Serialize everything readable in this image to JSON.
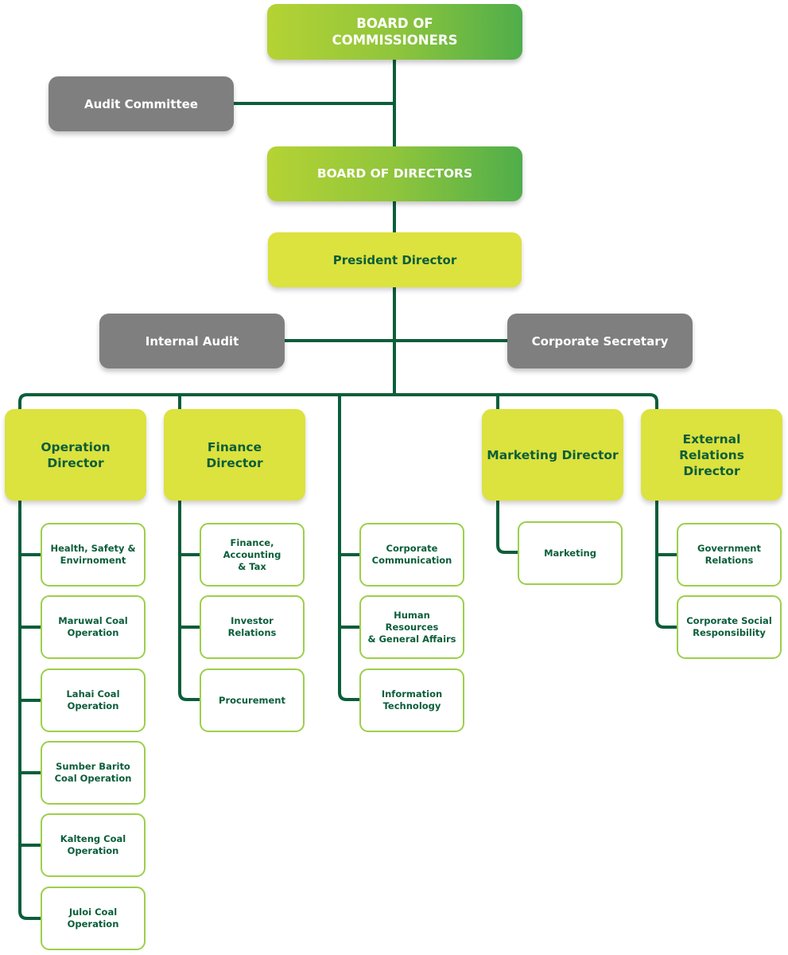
{
  "colors": {
    "connector": "#0b5e3a",
    "board_gradient": [
      "#b5d334",
      "#4fae4a"
    ],
    "lime": "#dce23e",
    "grey": "#7f7f7f",
    "unit_border": "#9ccf4a",
    "text_dark_green": "#0b5e3a"
  },
  "top": {
    "commissioners": "BOARD OF\nCOMMISSIONERS",
    "audit_committee": "Audit Committee",
    "directors": "BOARD OF DIRECTORS",
    "president_director": "President Director",
    "internal_audit": "Internal Audit",
    "corporate_secretary": "Corporate Secretary"
  },
  "directorates": {
    "operation": {
      "label": "Operation\nDirector",
      "units": [
        "Health, Safety &\nEnvirnoment",
        "Maruwal Coal\nOperation",
        "Lahai Coal\nOperation",
        "Sumber Barito\nCoal Operation",
        "Kalteng Coal\nOperation",
        "Juloi Coal\nOperation"
      ]
    },
    "finance": {
      "label": "Finance\nDirector",
      "units": [
        "Finance,\nAccounting\n& Tax",
        "Investor Relations",
        "Procurement"
      ]
    },
    "president_units": [
      "Corporate\nCommunication",
      "Human Resources\n& General Affairs",
      "Information\nTechnology"
    ],
    "marketing": {
      "label": "Marketing Director",
      "units": [
        "Marketing"
      ]
    },
    "external": {
      "label": "External\nRelations\nDirector",
      "units": [
        "Government\nRelations",
        "Corporate Social\nResponsibility"
      ]
    }
  }
}
